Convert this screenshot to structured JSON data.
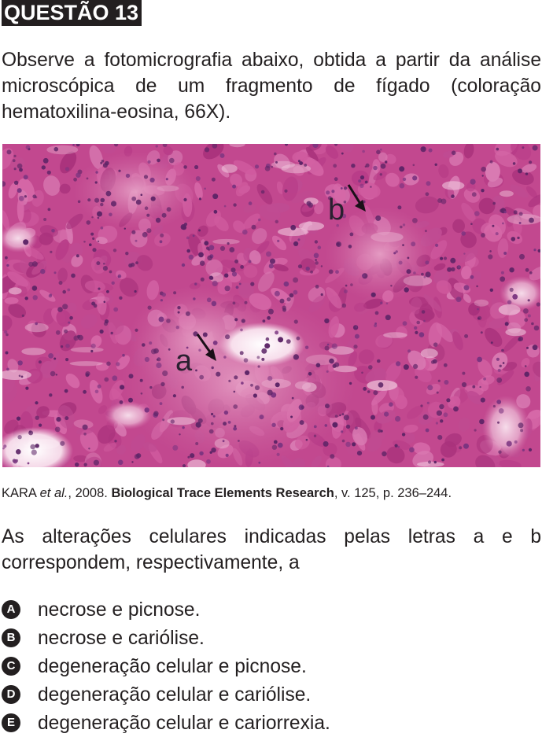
{
  "title": "QUESTÃO 13",
  "stem": "Observe a fotomicrografia abaixo, obtida a partir da análise microscópica de um fragmento de fígado (coloração hematoxilina-eosina, 66X).",
  "figure": {
    "label_a": "a",
    "label_b": "b",
    "colors": {
      "background": "#c2488f",
      "cytoplasm": "#d668a8",
      "nucleus": "#5c2466",
      "pale": "#f0c8de"
    }
  },
  "caption": {
    "authors": "KARA",
    "etal": "et al.",
    "year_part": ", 2008. ",
    "journal": "Biological Trace Elements Research",
    "rest": ", v. 125, p. 236–244."
  },
  "question": "As alterações celulares indicadas pelas letras a e b correspondem, respectivamente, a",
  "options": [
    {
      "letter": "A",
      "text": "necrose e picnose."
    },
    {
      "letter": "B",
      "text": "necrose e cariólise."
    },
    {
      "letter": "C",
      "text": "degeneração celular e picnose."
    },
    {
      "letter": "D",
      "text": "degeneração celular e cariólise."
    },
    {
      "letter": "E",
      "text": "degeneração celular e cariorrexia."
    }
  ]
}
